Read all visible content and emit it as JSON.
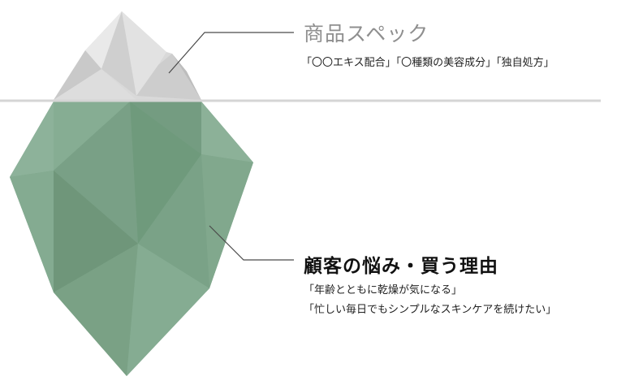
{
  "colors": {
    "ice_above": "#d6d6d6",
    "ice_below": "#7fa68a",
    "waterline": "#d5d5d5",
    "leader": "#4a4a4a"
  },
  "above_water": {
    "heading": "商品スペック",
    "description": "「〇〇エキス配合」「〇種類の美容成分」「独自処方」"
  },
  "below_water": {
    "heading": "顧客の悩み・買う理由",
    "lines": [
      "「年齢とともに乾燥が気になる」",
      "「忙しい毎日でもシンプルなスキンケアを続けたい」"
    ]
  }
}
